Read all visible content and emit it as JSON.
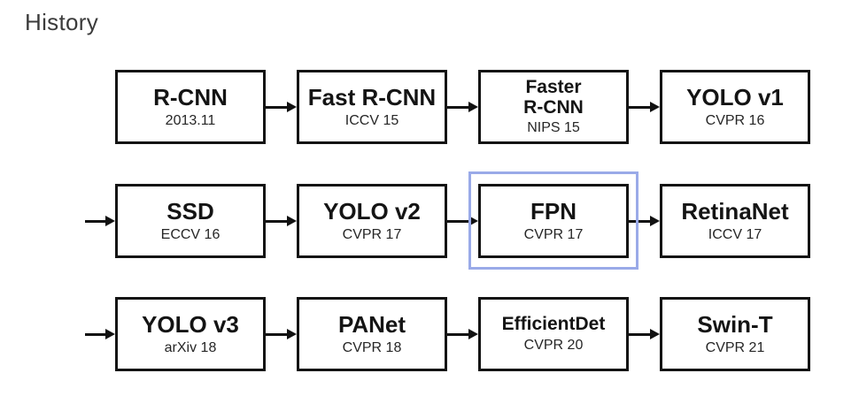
{
  "title": "History",
  "colors": {
    "background": "#ffffff",
    "box_border": "#141414",
    "arrow": "#111111",
    "highlight_border": "#9aaae8",
    "name_text": "#141414",
    "venue_text": "#262626",
    "title_text": "#3b3b3b"
  },
  "rows": [
    {
      "has_incoming_arrow": false,
      "boxes": [
        {
          "name": "R-CNN",
          "venue": "2013.11",
          "highlighted": false
        },
        {
          "name": "Fast R-CNN",
          "venue": "ICCV 15",
          "highlighted": false
        },
        {
          "name": "Faster\nR-CNN",
          "venue": "NIPS 15",
          "highlighted": false
        },
        {
          "name": "YOLO v1",
          "venue": "CVPR 16",
          "highlighted": false
        }
      ]
    },
    {
      "has_incoming_arrow": true,
      "boxes": [
        {
          "name": "SSD",
          "venue": "ECCV 16",
          "highlighted": false
        },
        {
          "name": "YOLO v2",
          "venue": "CVPR 17",
          "highlighted": false
        },
        {
          "name": "FPN",
          "venue": "CVPR 17",
          "highlighted": true
        },
        {
          "name": "RetinaNet",
          "venue": "ICCV 17",
          "highlighted": false
        }
      ]
    },
    {
      "has_incoming_arrow": true,
      "boxes": [
        {
          "name": "YOLO v3",
          "venue": "arXiv 18",
          "highlighted": false
        },
        {
          "name": "PANet",
          "venue": "CVPR 18",
          "highlighted": false
        },
        {
          "name": "EfficientDet",
          "venue": "CVPR 20",
          "highlighted": false
        },
        {
          "name": "Swin-T",
          "venue": "CVPR 21",
          "highlighted": false
        }
      ]
    }
  ]
}
